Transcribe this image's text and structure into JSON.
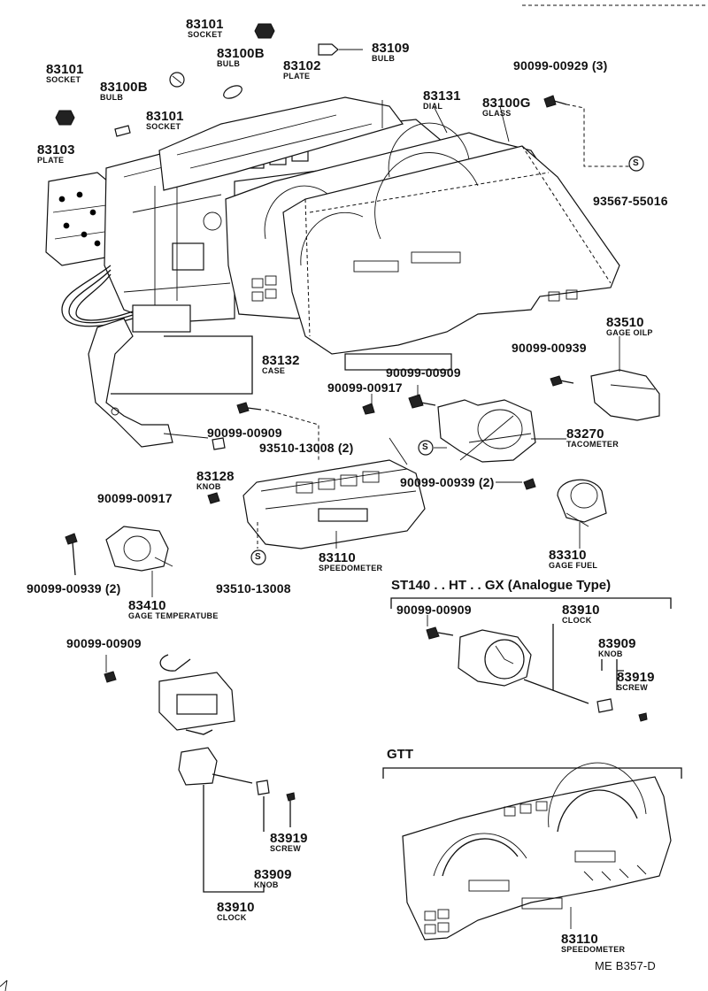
{
  "diagram": {
    "parts": [
      {
        "id": "p83101a",
        "number": "83101",
        "name": "SOCKET"
      },
      {
        "id": "p83109",
        "number": "83109",
        "name": "BULB"
      },
      {
        "id": "p83100b_a",
        "number": "83100B",
        "name": "BULB"
      },
      {
        "id": "p83102",
        "number": "83102",
        "name": "PLATE"
      },
      {
        "id": "p90099_00929",
        "number": "90099-00929 (3)",
        "name": ""
      },
      {
        "id": "p83101b",
        "number": "83101",
        "name": "SOCKET"
      },
      {
        "id": "p83100b_b",
        "number": "83100B",
        "name": "BULB"
      },
      {
        "id": "p83131",
        "number": "83131",
        "name": "DIAL"
      },
      {
        "id": "p83100g",
        "number": "83100G",
        "name": "GLASS"
      },
      {
        "id": "p83101c",
        "number": "83101",
        "name": "SOCKET"
      },
      {
        "id": "p83103",
        "number": "83103",
        "name": "PLATE"
      },
      {
        "id": "p93567",
        "number": "93567-55016",
        "name": ""
      },
      {
        "id": "p83510",
        "number": "83510",
        "name": "GAGE OILP"
      },
      {
        "id": "p90099_00939a",
        "number": "90099-00939",
        "name": ""
      },
      {
        "id": "p83132",
        "number": "83132",
        "name": "CASE"
      },
      {
        "id": "p90099_00909a",
        "number": "90099-00909",
        "name": ""
      },
      {
        "id": "p90099_00917a",
        "number": "90099-00917",
        "name": ""
      },
      {
        "id": "p90099_00909b",
        "number": "90099-00909",
        "name": ""
      },
      {
        "id": "p93510_13008a",
        "number": "93510-13008 (2)",
        "name": ""
      },
      {
        "id": "p83270",
        "number": "83270",
        "name": "TACOMETER"
      },
      {
        "id": "p83128",
        "number": "83128",
        "name": "KNOB"
      },
      {
        "id": "p90099_00939b",
        "number": "90099-00939 (2)",
        "name": ""
      },
      {
        "id": "p90099_00917b",
        "number": "90099-00917",
        "name": ""
      },
      {
        "id": "p83310",
        "number": "83310",
        "name": "GAGE FUEL"
      },
      {
        "id": "p83110a",
        "number": "83110",
        "name": "SPEEDOMETER"
      },
      {
        "id": "p90099_00939c",
        "number": "90099-00939 (2)",
        "name": ""
      },
      {
        "id": "p93510_13008b",
        "number": "93510-13008",
        "name": ""
      },
      {
        "id": "p83410",
        "number": "83410",
        "name": "GAGE TEMPERATUBE"
      },
      {
        "id": "p90099_00909c",
        "number": "90099-00909",
        "name": ""
      },
      {
        "id": "p83910a",
        "number": "83910",
        "name": "CLOCK"
      },
      {
        "id": "p83909a",
        "number": "83909",
        "name": "KNOB"
      },
      {
        "id": "p83919a",
        "number": "83919",
        "name": "SCREW"
      },
      {
        "id": "p90099_00909d",
        "number": "90099-00909",
        "name": ""
      },
      {
        "id": "p83919b",
        "number": "83919",
        "name": "SCREW"
      },
      {
        "id": "p83909b",
        "number": "83909",
        "name": "KNOB"
      },
      {
        "id": "p83910b",
        "number": "83910",
        "name": "CLOCK"
      },
      {
        "id": "p83110b",
        "number": "83110",
        "name": "SPEEDOMETER"
      }
    ],
    "section_analogue": "ST140 . . HT . . GX (Analogue Type)",
    "section_gtt": "GTT",
    "ref_code": "ME B357-D",
    "marker_symbol": "S"
  }
}
